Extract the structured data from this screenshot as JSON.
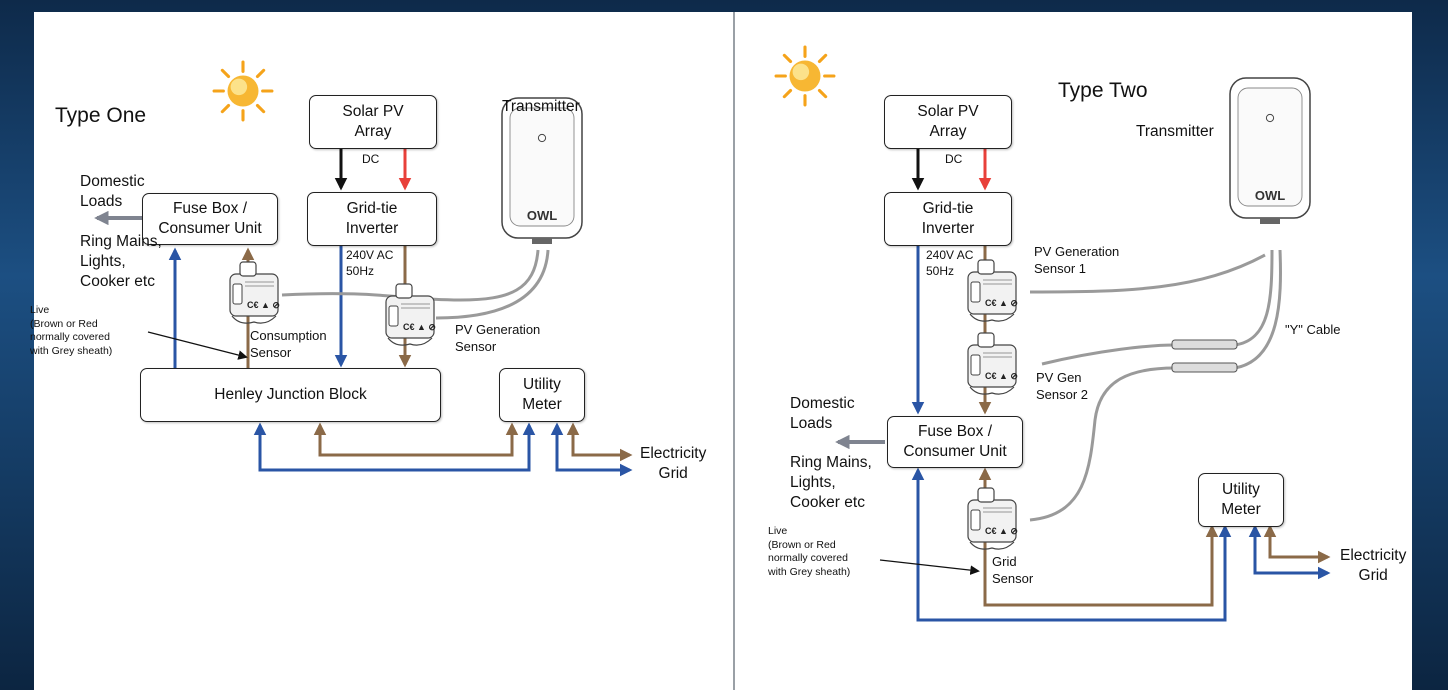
{
  "type_one": {
    "title": "Type One",
    "solar_pv": "Solar PV\nArray",
    "dc": "DC",
    "inverter": "Grid-tie\nInverter",
    "ac": "240V AC\n50Hz",
    "transmitter": "Transmitter",
    "owl_logo": "OWL",
    "domestic": "Domestic\nLoads",
    "fuse_box": "Fuse Box /\nConsumer Unit",
    "ring_mains": "Ring Mains,\nLights,\nCooker etc",
    "live_note": "Live\n(Brown or Red\nnormally covered\nwith Grey sheath)",
    "consumption_sensor": "Consumption\nSensor",
    "pv_generation_sensor": "PV Generation\nSensor",
    "henley": "Henley Junction Block",
    "utility_meter": "Utility\nMeter",
    "electricity_grid": "Electricity\nGrid"
  },
  "type_two": {
    "title": "Type Two",
    "solar_pv": "Solar PV\nArray",
    "dc": "DC",
    "transmitter": "Transmitter",
    "owl_logo": "OWL",
    "inverter": "Grid-tie\nInverter",
    "ac": "240V AC\n50Hz",
    "pv_sensor_1": "PV Generation\nSensor 1",
    "y_cable": "\"Y\" Cable",
    "pv_sensor_2": "PV Gen\nSensor 2",
    "domestic": "Domestic\nLoads",
    "fuse_box": "Fuse Box /\nConsumer Unit",
    "ring_mains": "Ring Mains,\nLights,\nCooker etc",
    "live_note": "Live\n(Brown or Red\nnormally covered\nwith Grey sheath)",
    "grid_sensor": "Grid\nSensor",
    "utility_meter": "Utility\nMeter",
    "electricity_grid": "Electricity\nGrid"
  },
  "colors": {
    "live_brown": "#8b6a48",
    "neutral_blue": "#2a55a5",
    "dc_positive": "#e8403a",
    "dc_negative": "#111111",
    "sensor_cable": "#9a9a9a",
    "load_arrow": "#7f8490"
  }
}
